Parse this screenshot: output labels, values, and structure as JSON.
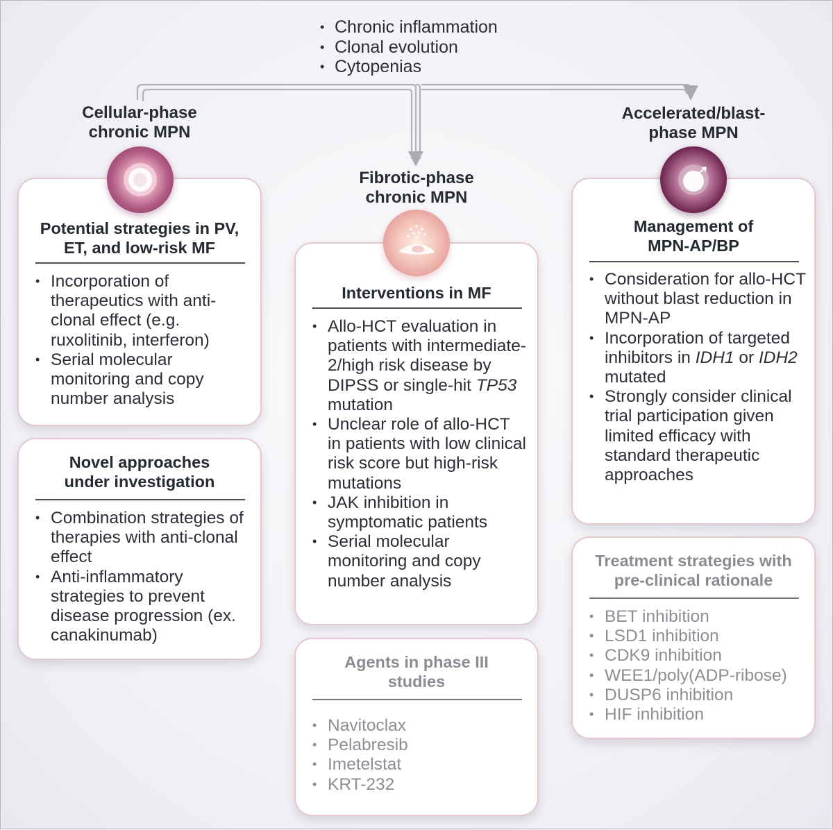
{
  "top_list": [
    "Chronic inflammation",
    "Clonal evolution",
    "Cytopenias"
  ],
  "phases": {
    "cellular": {
      "title": "Cellular-phase\nchronic MPN",
      "icon": "cell-icon",
      "strategies": {
        "title": "Potential strategies in PV,\nET, and low-risk MF",
        "items": [
          "Incorporation of therapeutics with anti-clonal effect (e.g. ruxolitinib, interferon)",
          "Serial molecular monitoring and copy number analysis"
        ]
      },
      "novel": {
        "title": "Novel approaches\nunder investigation",
        "items": [
          "Combination strategies of therapies with anti-clonal effect",
          "Anti-inflammatory strategies to prevent disease progression (ex. canakinumab)"
        ]
      }
    },
    "fibrotic": {
      "title": "Fibrotic-phase\nchronic MPN",
      "icon": "fibrotic-cell-icon",
      "interventions": {
        "title": "Interventions in MF",
        "items": [
          {
            "pre": "Allo-HCT evaluation in patients with intermediate-2/high risk disease by DIPSS or single-hit ",
            "em": "TP53",
            "post": " mutation"
          },
          {
            "pre": "Unclear role of allo-HCT in patients with low clinical risk score but high-risk mutations",
            "em": "",
            "post": ""
          },
          {
            "pre": "JAK inhibition in symptomatic patients",
            "em": "",
            "post": ""
          },
          {
            "pre": "Serial molecular monitoring and copy number analysis",
            "em": "",
            "post": ""
          }
        ]
      },
      "agents": {
        "title": "Agents in phase III\nstudies",
        "items": [
          "Navitoclax",
          "Pelabresib",
          "Imetelstat",
          "KRT-232"
        ]
      }
    },
    "accelerated": {
      "title": "Accelerated/blast-\nphase MPN",
      "icon": "blast-cell-icon",
      "management": {
        "title": "Management of\nMPN-AP/BP",
        "items": [
          {
            "parts": [
              {
                "t": "Consideration for allo-HCT without blast reduction in MPN-AP",
                "em": false
              }
            ]
          },
          {
            "parts": [
              {
                "t": "Incorporation of targeted inhibitors in ",
                "em": false
              },
              {
                "t": "IDH1",
                "em": true
              },
              {
                "t": " or ",
                "em": false
              },
              {
                "t": "IDH2",
                "em": true
              },
              {
                "t": " mutated",
                "em": false
              }
            ]
          },
          {
            "parts": [
              {
                "t": "Strongly consider clinical trial participation given limited efficacy with standard therapeutic approaches",
                "em": false
              }
            ]
          }
        ]
      },
      "preclinical": {
        "title": "Treatment strategies with\npre-clinical rationale",
        "items": [
          "BET inhibition",
          "LSD1 inhibition",
          "CDK9 inhibition",
          "WEE1/poly(ADP-ribose)",
          "DUSP6 inhibition",
          "HIF inhibition"
        ]
      }
    }
  },
  "colors": {
    "card_border": "#e3c9ce",
    "accent_plum": "#7a2f5e",
    "connector": "#a8aab0"
  }
}
